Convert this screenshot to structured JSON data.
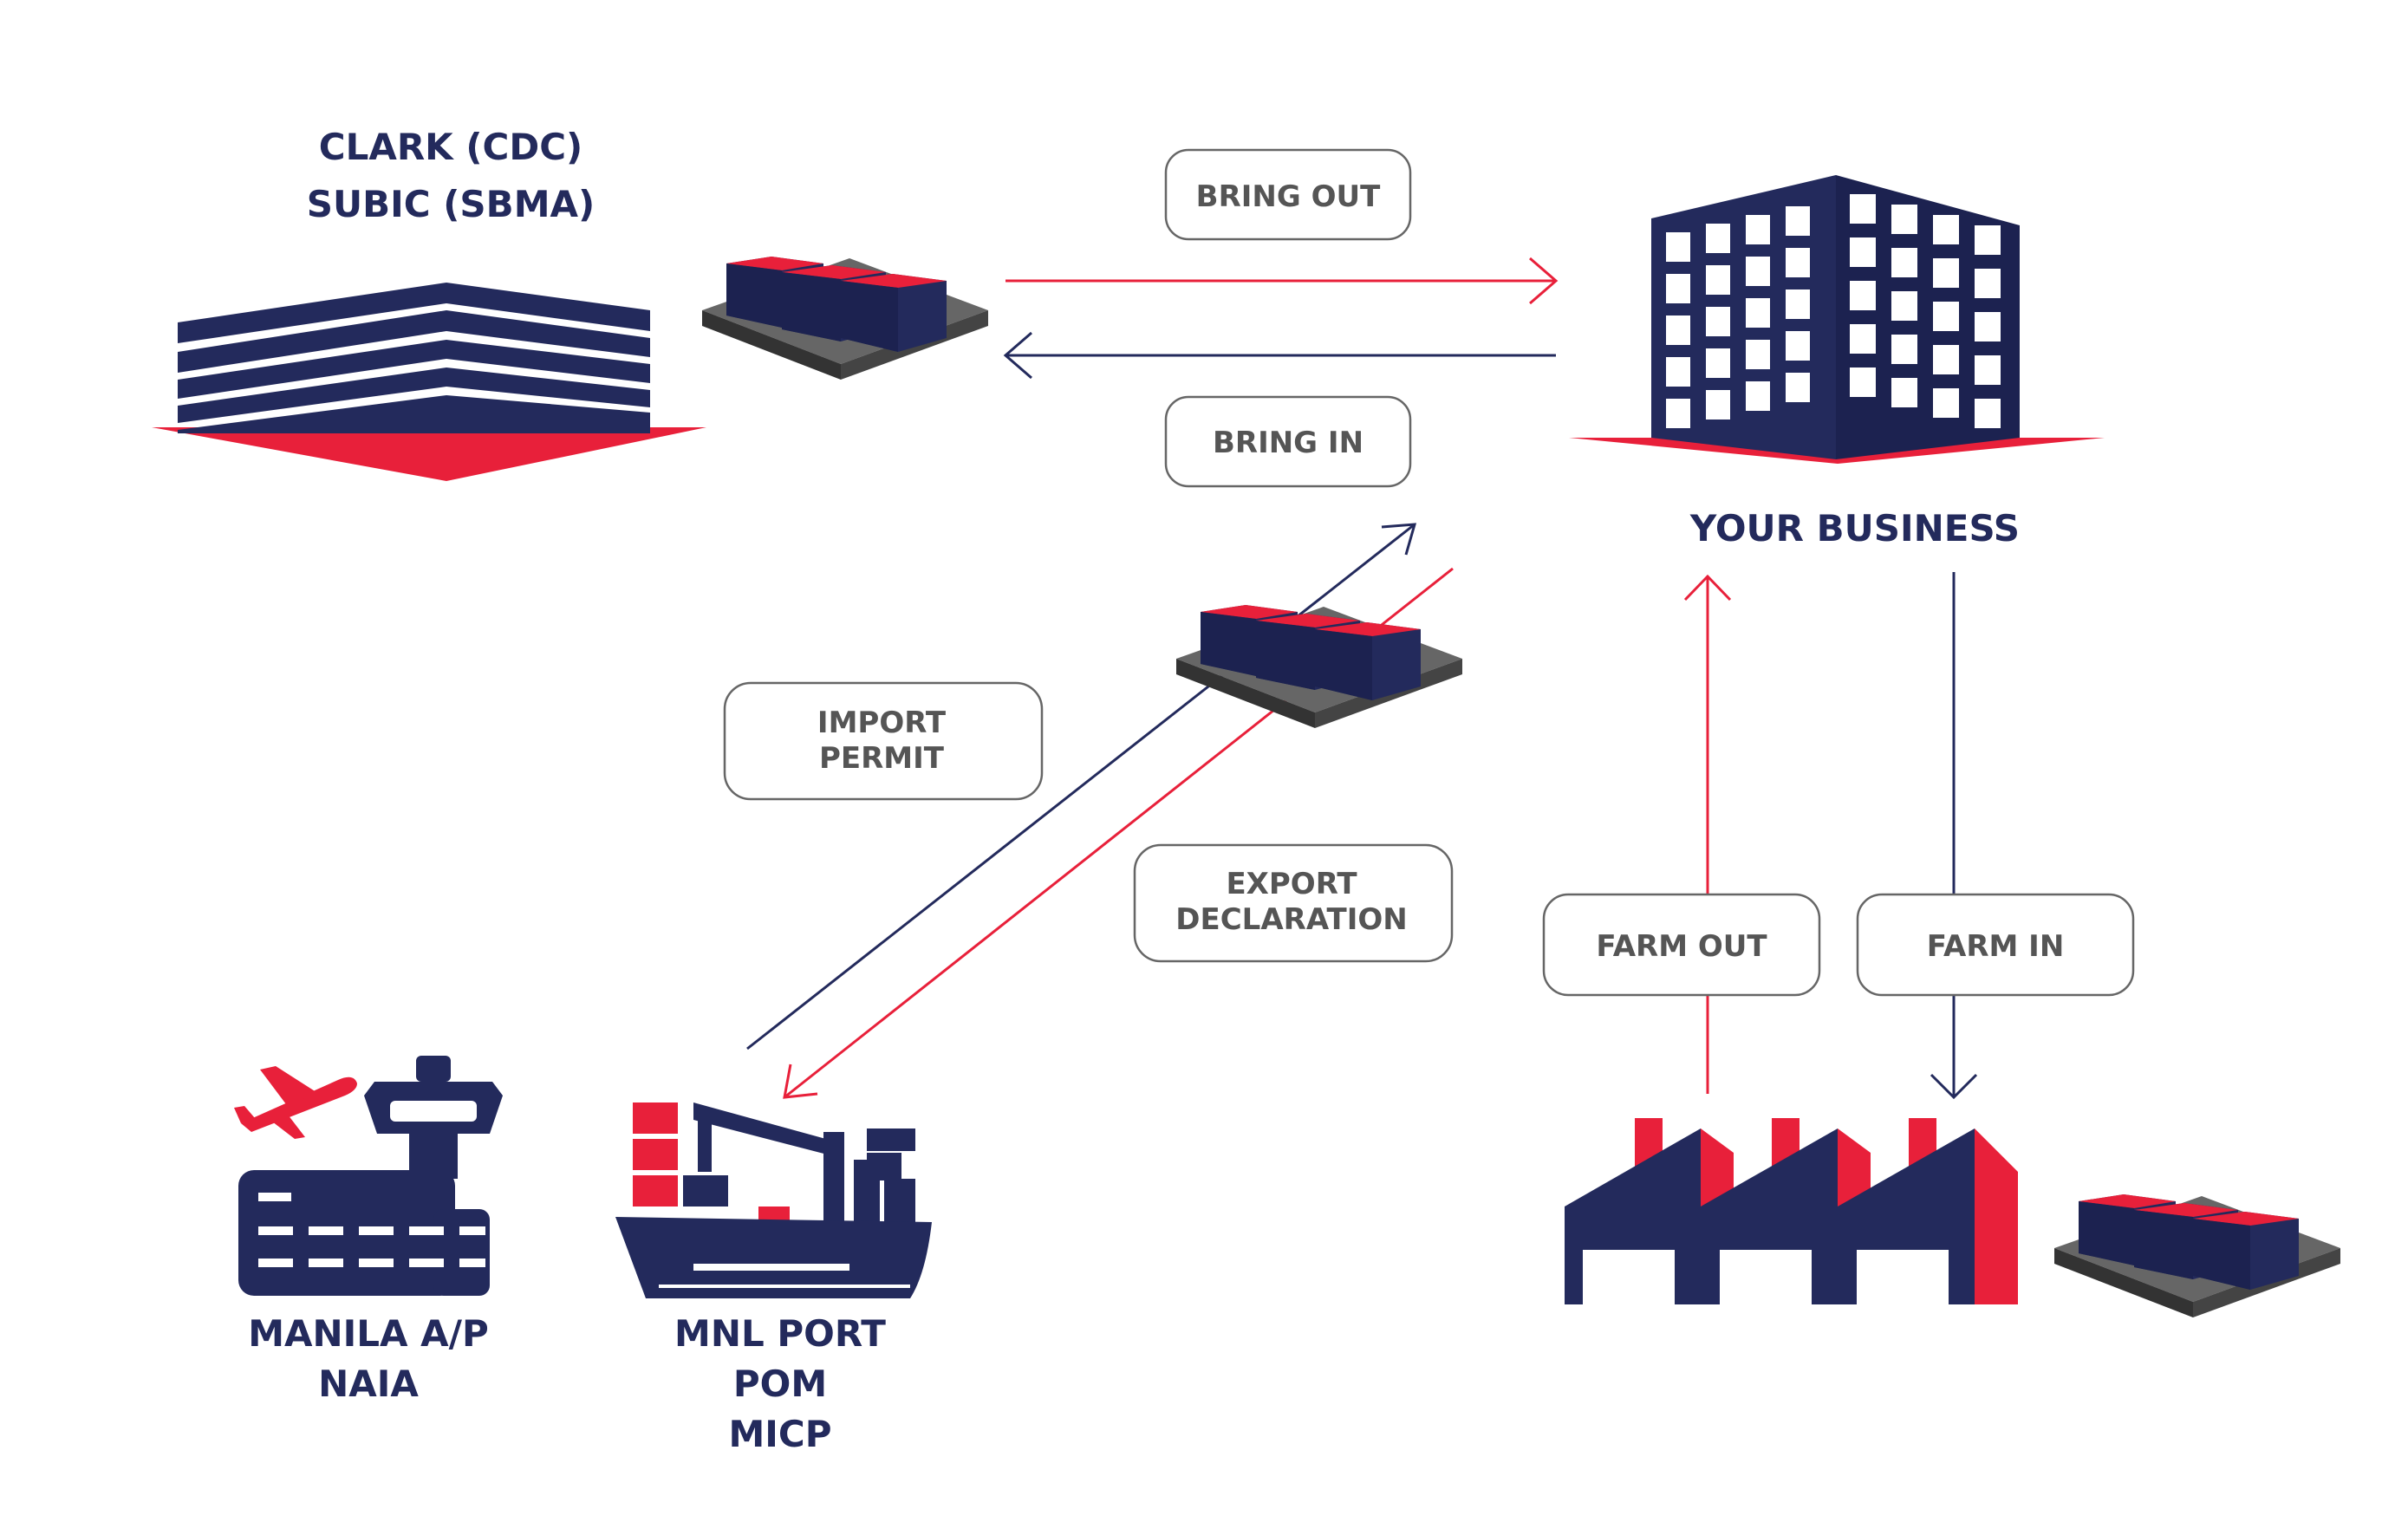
{
  "colors": {
    "navy": "#232a5c",
    "red": "#e8203a",
    "gray": "#666666",
    "dark": "#333333",
    "pill_stroke": "#666666",
    "pill_text": "#555555"
  },
  "nodes": {
    "clark_subic": {
      "line1": "CLARK (CDC)",
      "line2": "SUBIC (SBMA)"
    },
    "your_business": {
      "label": "YOUR BUSINESS"
    },
    "manila_airport": {
      "line1": "MANILA A/P",
      "line2": "NAIA"
    },
    "manila_port": {
      "line1": "MNL PORT",
      "line2": "POM",
      "line3": "MICP"
    }
  },
  "edges": {
    "bring_out": {
      "label": "BRING OUT"
    },
    "bring_in": {
      "label": "BRING IN"
    },
    "import_permit": {
      "line1": "IMPORT",
      "line2": "PERMIT"
    },
    "export_declaration": {
      "line1": "EXPORT",
      "line2": "DECLARATION"
    },
    "farm_out": {
      "label": "FARM OUT"
    },
    "farm_in": {
      "label": "FARM IN"
    }
  },
  "icons": [
    "zone-building-icon",
    "office-building-icon",
    "container-pallet-icon",
    "airport-icon",
    "airplane-icon",
    "cargo-ship-icon",
    "factory-icon"
  ]
}
